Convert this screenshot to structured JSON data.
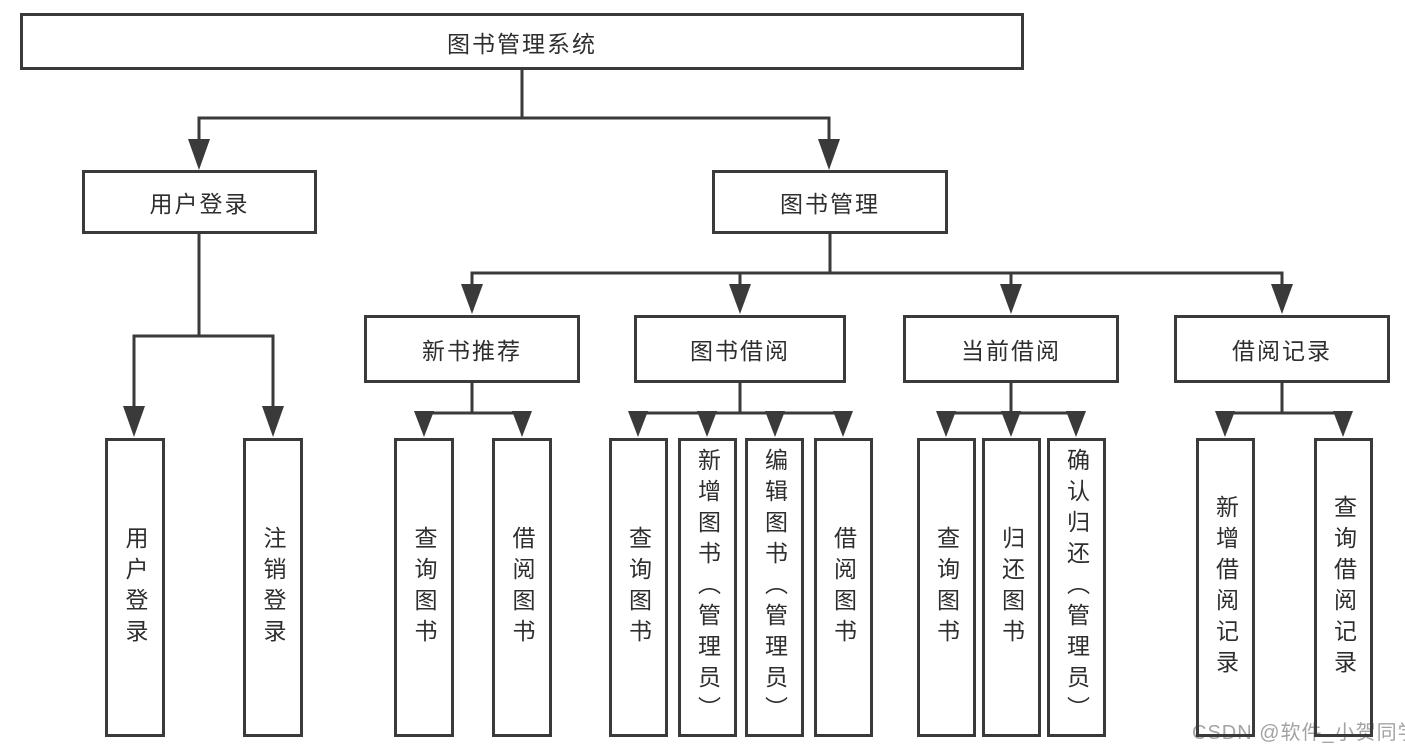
{
  "diagram": {
    "title": "图书管理系统",
    "colors": {
      "line": "#3a3a3a",
      "text": "#2e2e2e",
      "background": "#ffffff",
      "watermark_text": "#a3a3a5"
    },
    "tree": {
      "label": "图书管理系统",
      "children": [
        {
          "label": "用户登录",
          "children": [
            {
              "label": "用户登录"
            },
            {
              "label": "注销登录"
            }
          ]
        },
        {
          "label": "图书管理",
          "children": [
            {
              "label": "新书推荐",
              "children": [
                {
                  "label": "查询图书"
                },
                {
                  "label": "借阅图书"
                }
              ]
            },
            {
              "label": "图书借阅",
              "children": [
                {
                  "label": "查询图书"
                },
                {
                  "label": "新增图书（管理员）"
                },
                {
                  "label": "编辑图书（管理员）"
                },
                {
                  "label": "借阅图书"
                }
              ]
            },
            {
              "label": "当前借阅",
              "children": [
                {
                  "label": "查询图书"
                },
                {
                  "label": "归还图书"
                },
                {
                  "label": "确认归还（管理员）"
                }
              ]
            },
            {
              "label": "借阅记录",
              "children": [
                {
                  "label": "新增借阅记录"
                },
                {
                  "label": "查询借阅记录"
                }
              ]
            }
          ]
        }
      ]
    },
    "watermark": "CSDN @软件_小贺同学"
  }
}
